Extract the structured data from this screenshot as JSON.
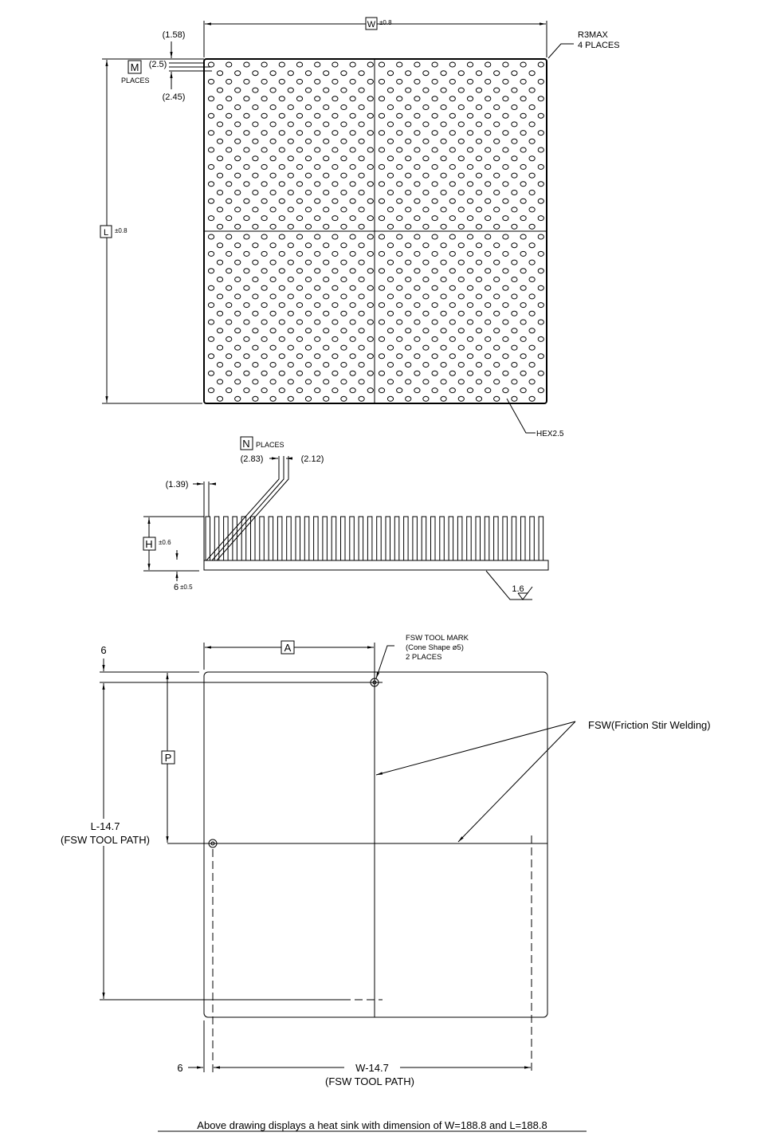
{
  "top_view": {
    "width_label": "W",
    "width_tol": "±0.8",
    "length_label": "L",
    "length_tol": "±0.8",
    "corner_note": "R3MAX",
    "corner_places": "4 PLACES",
    "pin_count_label": "M",
    "pin_places": "PLACES",
    "dim_1": "(1.58)",
    "dim_2": "(2.5)",
    "dim_3": "(2.45)",
    "pin_note": "HEX2.5"
  },
  "side_view": {
    "fin_count_label": "N",
    "fin_places": "PLACES",
    "fin_pitch_a": "(2.83)",
    "fin_pitch_b": "(2.12)",
    "fin_thickness": "(1.39)",
    "height_label": "H",
    "height_tol": "±0.6",
    "base_thickness": "6",
    "base_tol": "±0.5",
    "surface_finish": "1.6"
  },
  "bottom_view": {
    "a_label": "A",
    "p_label": "P",
    "top_offset": "6",
    "left_offset": "6",
    "tool_mark_1": "FSW TOOL MARK",
    "tool_mark_2": "(Cone Shape ø5)",
    "tool_mark_3": "2 PLACES",
    "fsw_label": "FSW(Friction Stir Welding)",
    "length_path": "L-14.7",
    "length_path_note": "(FSW TOOL PATH)",
    "width_path": "W-14.7",
    "width_path_note": "(FSW TOOL PATH)"
  },
  "caption": "Above drawing displays a heat sink with dimension of W=188.8 and L=188.8"
}
